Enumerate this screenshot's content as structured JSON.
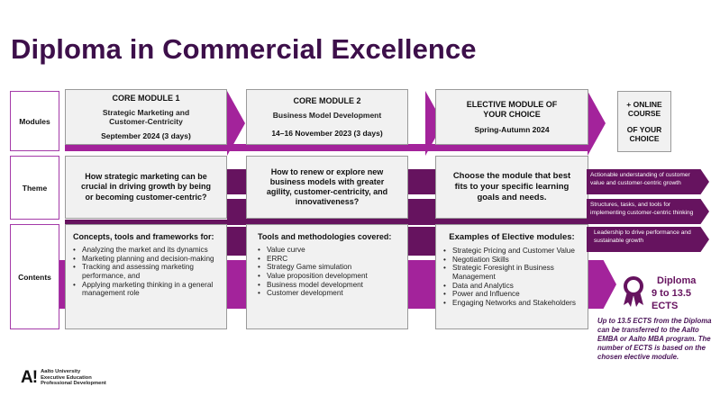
{
  "title": "Diploma in Commercial Excellence",
  "row_labels": {
    "modules": "Modules",
    "theme": "Theme",
    "contents": "Contents"
  },
  "modules": [
    {
      "heading": "CORE MODULE 1",
      "subtitle": "Strategic Marketing and Customer-Centricity",
      "date": "September 2024 (3 days)"
    },
    {
      "heading": "CORE MODULE 2",
      "subtitle": "Business Model Development",
      "date": "14–16 November 2023 (3 days)"
    },
    {
      "heading": "ELECTIVE MODULE OF YOUR CHOICE",
      "subtitle": "",
      "date": "Spring-Autumn 2024"
    }
  ],
  "online_course": {
    "line1": "+ ONLINE COURSE",
    "line2": "OF YOUR CHOICE"
  },
  "themes": [
    "How strategic marketing can be crucial in driving growth by being or becoming customer-centric?",
    "How to renew or explore new business models with greater agility, customer-centricity, and innovativeness?",
    "Choose the module that best fits to your specific learning goals and needs."
  ],
  "contents": [
    {
      "heading": "Concepts, tools and frameworks for:",
      "items": [
        "Analyzing the market and its dynamics",
        "Marketing planning and decision-making",
        "Tracking and assessing marketing performance, and",
        "Applying marketing thinking in a general management role"
      ]
    },
    {
      "heading": "Tools and methodologies covered:",
      "items": [
        "Value curve",
        "ERRC",
        "Strategy Game simulation",
        "Value proposition development",
        "Business model development",
        "Customer development"
      ]
    },
    {
      "heading": "Examples of Elective modules:",
      "items": [
        "Strategic Pricing and Customer Value",
        "Negotiation Skills",
        "Strategic Foresight in Business Management",
        "Data and Analytics",
        "Power and Influence",
        "Engaging Networks and Stakeholders"
      ]
    }
  ],
  "outcomes": [
    "Actionable understanding of customer value and customer-centric growth",
    "Structures, tasks, and tools for implementing customer-centric thinking",
    "Leadership to drive performance and sustainable growth"
  ],
  "diploma": {
    "label": "Diploma",
    "ects": "9 to 13.5",
    "unit": "ECTS",
    "note": "Up to 13.5 ECTS from the Diploma can be transferred to the Aalto EMBA or Aalto MBA program. The number of ECTS is based on the chosen elective module."
  },
  "logo": {
    "mark": "A!",
    "line1": "Aalto University",
    "line2": "Executive Education",
    "line3": "Professional Development"
  },
  "colors": {
    "title": "#3d0f4a",
    "dark_purple": "#66135f",
    "magenta": "#a3239b",
    "box_bg": "#f1f1f1"
  }
}
